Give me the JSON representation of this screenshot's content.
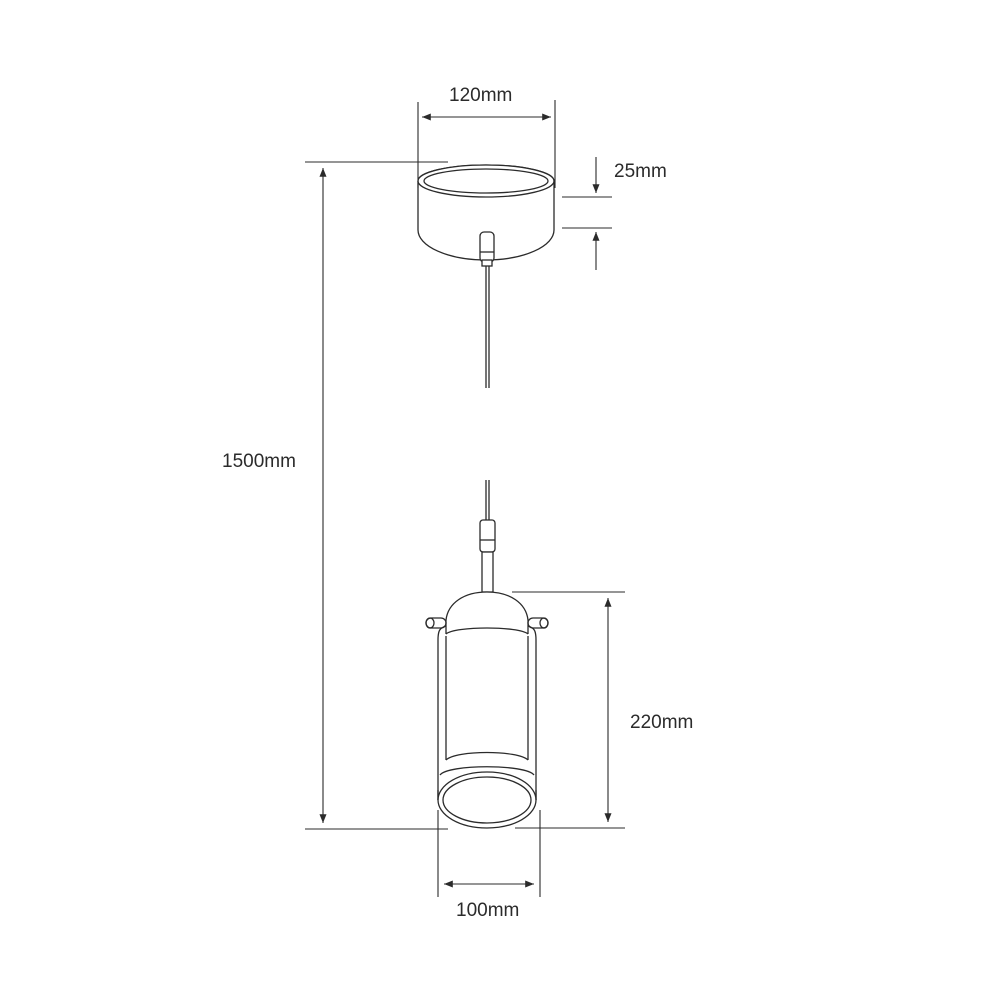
{
  "diagram": {
    "dimensions": {
      "canopy_width": "120mm",
      "canopy_height": "25mm",
      "overall_drop": "1500mm",
      "shade_height": "220mm",
      "shade_width": "100mm"
    },
    "colors": {
      "line": "#2b2b2b",
      "background": "#ffffff"
    }
  }
}
